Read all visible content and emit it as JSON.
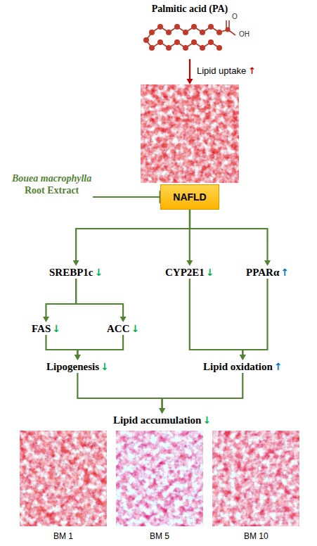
{
  "diagram": {
    "nodes": [
      {
        "text": [
          "Palmitic acid (PA)"
        ]
      },
      {
        "text": [
          "Bouea macrophylla",
          "Root Extract"
        ]
      },
      {
        "text": [
          "NAFLD"
        ]
      },
      {
        "text": [
          "SREBP1c",
          "↓"
        ]
      },
      {
        "text": [
          "CYP2E1",
          "↓"
        ]
      },
      {
        "text": [
          "PPARα",
          "↑"
        ]
      },
      {
        "text": [
          "FAS",
          "↓"
        ]
      },
      {
        "text": [
          "ACC",
          "↓"
        ]
      },
      {
        "text": [
          "Lipogenesis",
          "↓"
        ]
      },
      {
        "text": [
          "Lipid oxidation",
          "↑"
        ]
      },
      {
        "text": [
          "Lipid accumulation",
          "↓"
        ]
      }
    ],
    "edges": [
      {
        "from": 0,
        "to": 2,
        "arrow": "to",
        "label": "Lipid uptake"
      },
      {
        "from": 1,
        "to": 2,
        "arrow": "to"
      },
      {
        "from": 2,
        "to": 3,
        "arrow": "to"
      },
      {
        "from": 2,
        "to": 4,
        "arrow": "to"
      },
      {
        "from": 2,
        "to": 5,
        "arrow": "to"
      },
      {
        "from": 3,
        "to": 6,
        "arrow": "to"
      },
      {
        "from": 3,
        "to": 7,
        "arrow": "to"
      },
      {
        "from": 6,
        "to": 8,
        "arrow": "to"
      },
      {
        "from": 7,
        "to": 8,
        "arrow": "to"
      },
      {
        "from": 4,
        "to": 9,
        "arrow": "to"
      },
      {
        "from": 5,
        "to": 9,
        "arrow": "to"
      },
      {
        "from": 8,
        "to": 10,
        "arrow": "to"
      },
      {
        "from": 9,
        "to": 10,
        "arrow": "to"
      }
    ],
    "labels": [
      "O",
      "OH",
      "↑",
      "BM 1",
      "BM 5",
      "BM 10"
    ]
  }
}
